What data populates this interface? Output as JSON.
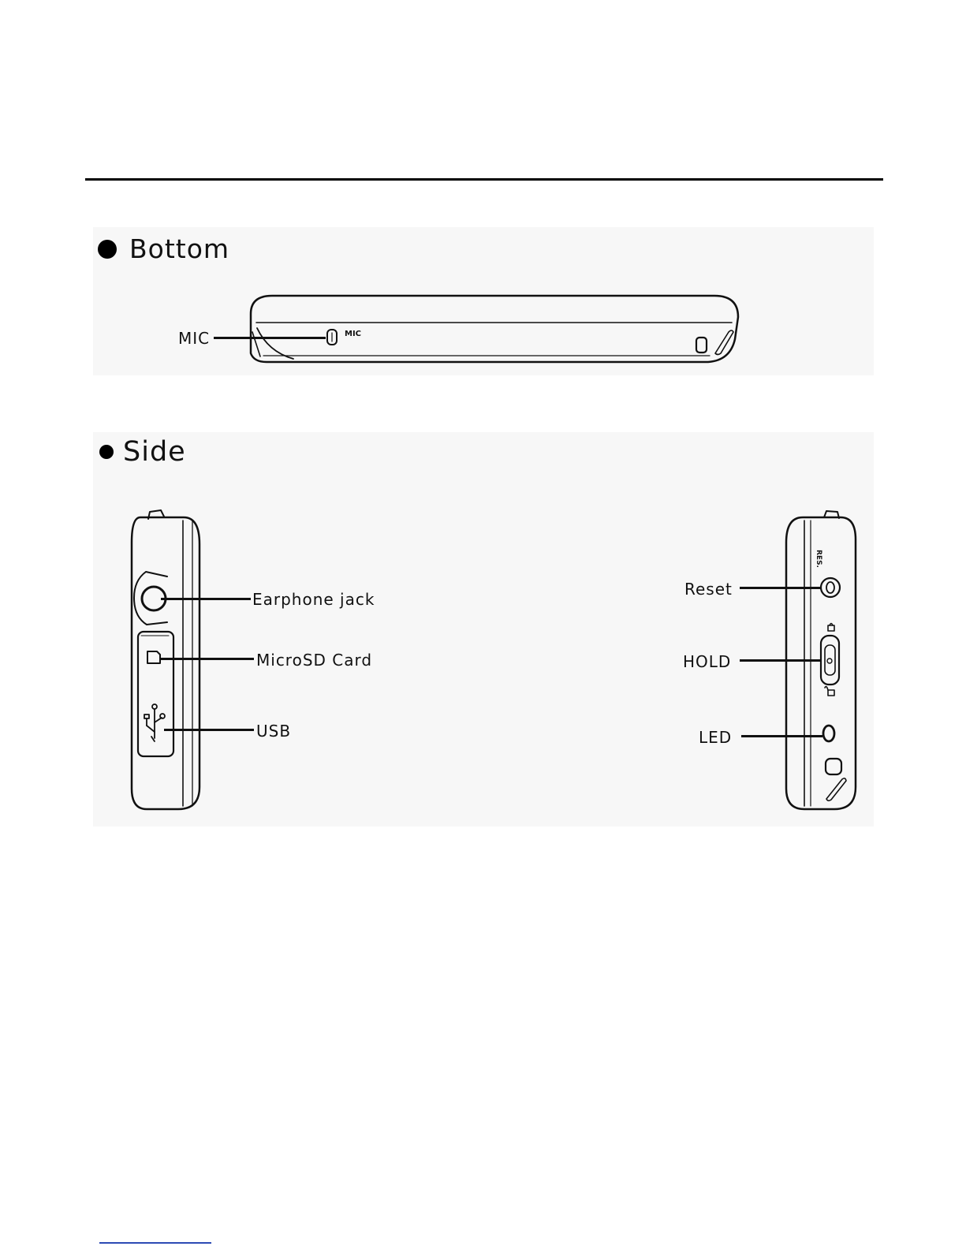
{
  "sections": {
    "bottom": {
      "title": "Bottom"
    },
    "side": {
      "title": "Side"
    }
  },
  "callouts": {
    "mic": "MIC",
    "earphone_jack": "Earphone jack",
    "microsd_card": "MicroSD Card",
    "usb": "USB",
    "reset": "Reset",
    "hold": "HOLD",
    "led": "LED"
  },
  "device_markings": {
    "mic": "MIC",
    "reset": "RES."
  },
  "colors": {
    "line": "#111111",
    "panel": "#f7f7f7",
    "footer_link": "#2d4bb4"
  },
  "icons": {
    "microsd": "sd-card-icon",
    "usb": "usb-icon",
    "lock": "lock-icon",
    "unlock": "unlock-icon"
  }
}
